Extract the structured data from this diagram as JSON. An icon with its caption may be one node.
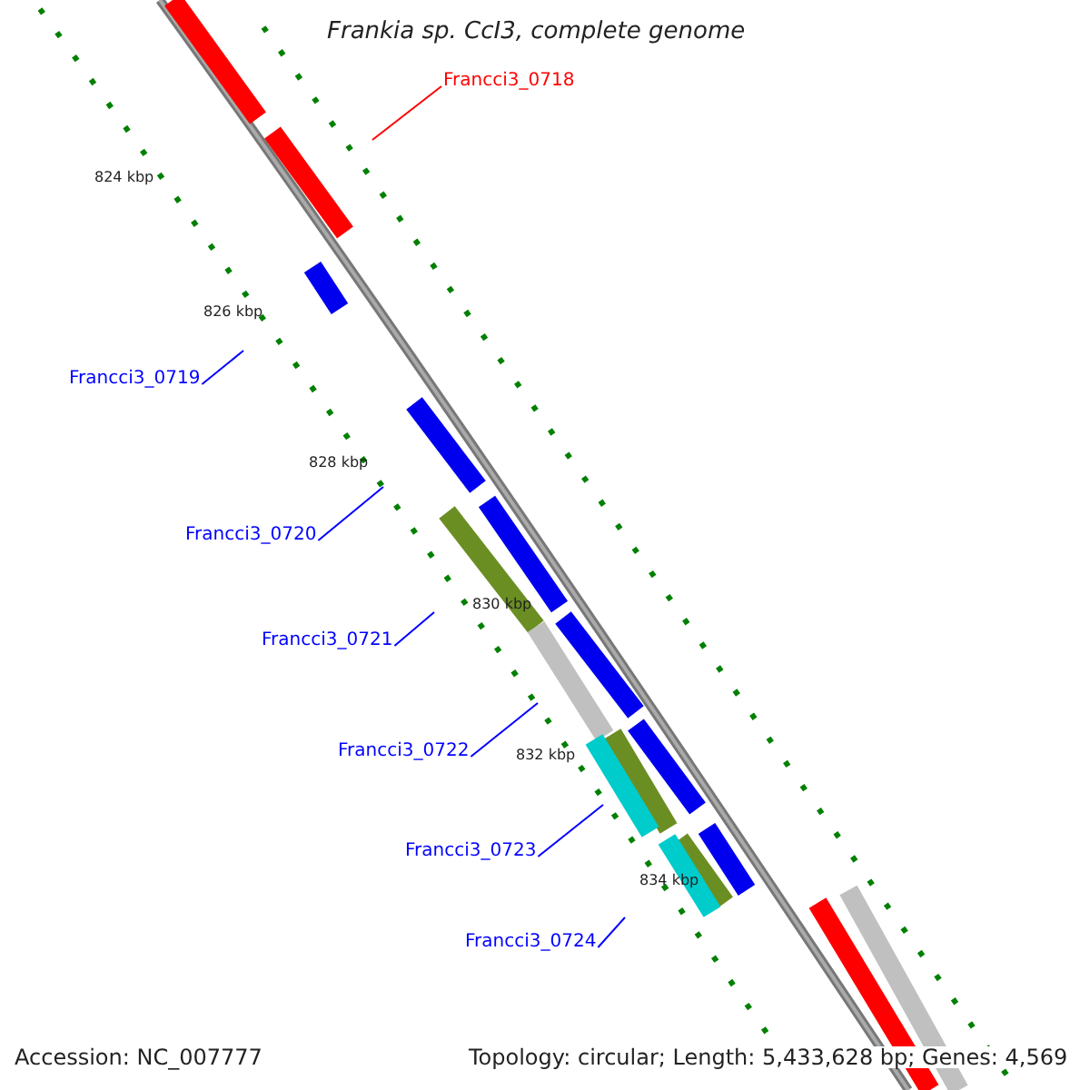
{
  "diagram": {
    "title": "Frankia sp. CcI3, complete genome",
    "nodes": [
      {
        "text": [
          "Francci3_0718"
        ]
      },
      {
        "text": [
          "Francci3_0719"
        ]
      },
      {
        "text": [
          "Francci3_0720"
        ]
      },
      {
        "text": [
          "Francci3_0721"
        ]
      },
      {
        "text": [
          "Francci3_0722"
        ]
      },
      {
        "text": [
          "Francci3_0723"
        ]
      },
      {
        "text": [
          "Francci3_0724"
        ]
      }
    ],
    "edges": [
      {
        "from": 0,
        "to": null,
        "arrow": "none",
        "color": "#ff0000"
      },
      {
        "from": 1,
        "to": null,
        "arrow": "none"
      },
      {
        "from": 2,
        "to": null,
        "arrow": "none"
      },
      {
        "from": 3,
        "to": null,
        "arrow": "none"
      },
      {
        "from": 4,
        "to": null,
        "arrow": "none"
      },
      {
        "from": 5,
        "to": null,
        "arrow": "none"
      },
      {
        "from": 6,
        "to": null,
        "arrow": "none"
      }
    ],
    "labels": [
      "824 kbp",
      "826 kbp",
      "828 kbp",
      "830 kbp",
      "832 kbp",
      "834 kbp",
      "Accession: NC_007777",
      "Topology: circular; Length: 5,433,628 bp; Genes: 4,569"
    ]
  }
}
